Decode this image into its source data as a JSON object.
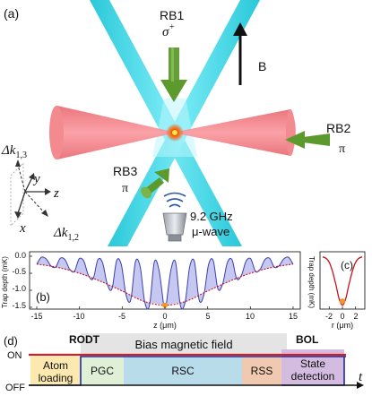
{
  "panel_a": {
    "label": "(a)",
    "rb1": "RB1",
    "sigma": "σ",
    "sigma_sup": "+",
    "b_field": "B",
    "rb2": "RB2",
    "rb2_pol": "π",
    "rb3": "RB3",
    "rb3_pol": "π",
    "dk13": "Δk",
    "dk13_sub": "1,3",
    "dk12": "Δk",
    "dk12_sub": "1,2",
    "axis_x": "x",
    "axis_y": "y",
    "axis_z": "z",
    "mw_freq": "9.2 GHz",
    "mw_label": "μ-wave",
    "colors": {
      "tweezer": "#2fd8e6",
      "odt": "#f07a80",
      "raman": "#5d9a2e",
      "atom": "#f5a623"
    }
  },
  "panel_b": {
    "label": "(b)",
    "ylabel": "Trap depth (mK)",
    "xlabel": "z (μm)",
    "xticks": [
      "-15",
      "-10",
      "-5",
      "0",
      "5",
      "10",
      "15"
    ],
    "yticks": [
      "0.0",
      "-0.5",
      "-1.0",
      "-1.5"
    ]
  },
  "panel_c": {
    "label": "(c)",
    "ylabel": "Trap depth (mK)",
    "xlabel": "r (μm)",
    "xticks": [
      "-2",
      "0",
      "2"
    ]
  },
  "panel_d": {
    "label": "(d)",
    "on": "ON",
    "off": "OFF",
    "rodt": "RODT",
    "bias": "Bias magnetic field",
    "bol": "BOL",
    "t": "t",
    "stages": [
      {
        "name": "atom-loading",
        "line1": "Atom",
        "line2": "loading",
        "color": "#fbe9b0"
      },
      {
        "name": "pgc",
        "line1": "PGC",
        "line2": "",
        "color": "#dff0d6"
      },
      {
        "name": "rsc",
        "line1": "RSC",
        "line2": "",
        "color": "#b9dcea"
      },
      {
        "name": "rss",
        "line1": "RSS",
        "line2": "",
        "color": "#f1c8b0"
      },
      {
        "name": "state-detection",
        "line1": "State",
        "line2": "detection",
        "color": "#d4bbe0"
      }
    ]
  },
  "chart_data": [
    {
      "type": "line",
      "panel": "(b)",
      "xlabel": "z (μm)",
      "ylabel": "Trap depth (mK)",
      "xlim": [
        -15,
        15
      ],
      "ylim": [
        -1.6,
        0.05
      ],
      "series": [
        {
          "x": [
            -15,
            -12.5,
            -10,
            -7.5,
            -5,
            -2.5,
            0,
            2.5,
            5,
            7.5,
            10,
            12.5,
            15
          ],
          "y": [
            -0.23,
            -0.33,
            -0.5,
            -0.74,
            -1.02,
            -1.32,
            -1.44,
            -1.32,
            -1.02,
            -0.74,
            -0.5,
            -0.33,
            -0.23
          ]
        },
        {
          "x": [
            -15,
            -14.45,
            -13.9,
            -13.35,
            -12.8,
            -12.25,
            -11.7,
            -11.15,
            -10.6,
            -10.05,
            -9.5,
            -8.95,
            -8.4,
            -7.85,
            -7.3,
            -6.75,
            -6.2,
            -5.65,
            -5.1,
            -4.55,
            -4.0,
            -3.45,
            -2.9,
            -2.35,
            -1.8,
            -1.25,
            -0.7,
            -0.15,
            0,
            0.15,
            0.7,
            1.25,
            1.8,
            2.35,
            2.9,
            3.45,
            4.0,
            4.55,
            5.1,
            5.65,
            6.2,
            6.75,
            7.3,
            7.85,
            8.4,
            8.95,
            9.5,
            10.05,
            10.6,
            11.15,
            11.7,
            12.25,
            12.8,
            13.35,
            13.9,
            14.45,
            15
          ],
          "y": [
            -0.23,
            -0.03,
            -0.08,
            -0.28,
            -0.32,
            -0.06,
            -0.1,
            -0.38,
            -0.45,
            -0.08,
            -0.14,
            -0.56,
            -0.66,
            -0.1,
            -0.19,
            -0.82,
            -0.96,
            -0.13,
            -0.25,
            -1.14,
            -1.28,
            -0.16,
            -0.31,
            -1.36,
            -1.44,
            -0.18,
            -0.4,
            -1.43,
            -1.44,
            -1.43,
            -0.4,
            -0.18,
            -1.44,
            -1.36,
            -0.31,
            -0.16,
            -1.28,
            -1.14,
            -0.25,
            -0.13,
            -0.96,
            -0.82,
            -0.19,
            -0.1,
            -0.66,
            -0.56,
            -0.14,
            -0.08,
            -0.45,
            -0.38,
            -0.1,
            -0.06,
            -0.32,
            -0.28,
            -0.08,
            -0.03,
            -0.23
          ]
        }
      ]
    },
    {
      "type": "line",
      "panel": "(c)",
      "xlabel": "r (μm)",
      "ylabel": "Trap depth (mK)",
      "xlim": [
        -3,
        3
      ],
      "ylim": [
        -1.6,
        0.05
      ],
      "series": [
        {
          "x": [
            -3,
            -2.5,
            -2,
            -1.5,
            -1,
            -0.5,
            0,
            0.5,
            1,
            1.5,
            2,
            2.5,
            3
          ],
          "y": [
            -0.02,
            -0.06,
            -0.18,
            -0.45,
            -0.83,
            -1.25,
            -1.44,
            -1.25,
            -0.83,
            -0.45,
            -0.18,
            -0.06,
            -0.02
          ]
        }
      ]
    }
  ]
}
